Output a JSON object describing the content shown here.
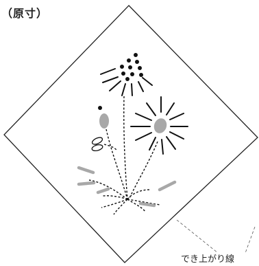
{
  "title": "（原寸）",
  "finished_line_label": "でき上がり線",
  "colors": {
    "outline": "#222222",
    "stitch": "#111111",
    "gray_fill": "#a8a8a8"
  },
  "icons": [
    "flower-seedhead-dots",
    "daisy-flower",
    "bud",
    "grass-strokes"
  ]
}
